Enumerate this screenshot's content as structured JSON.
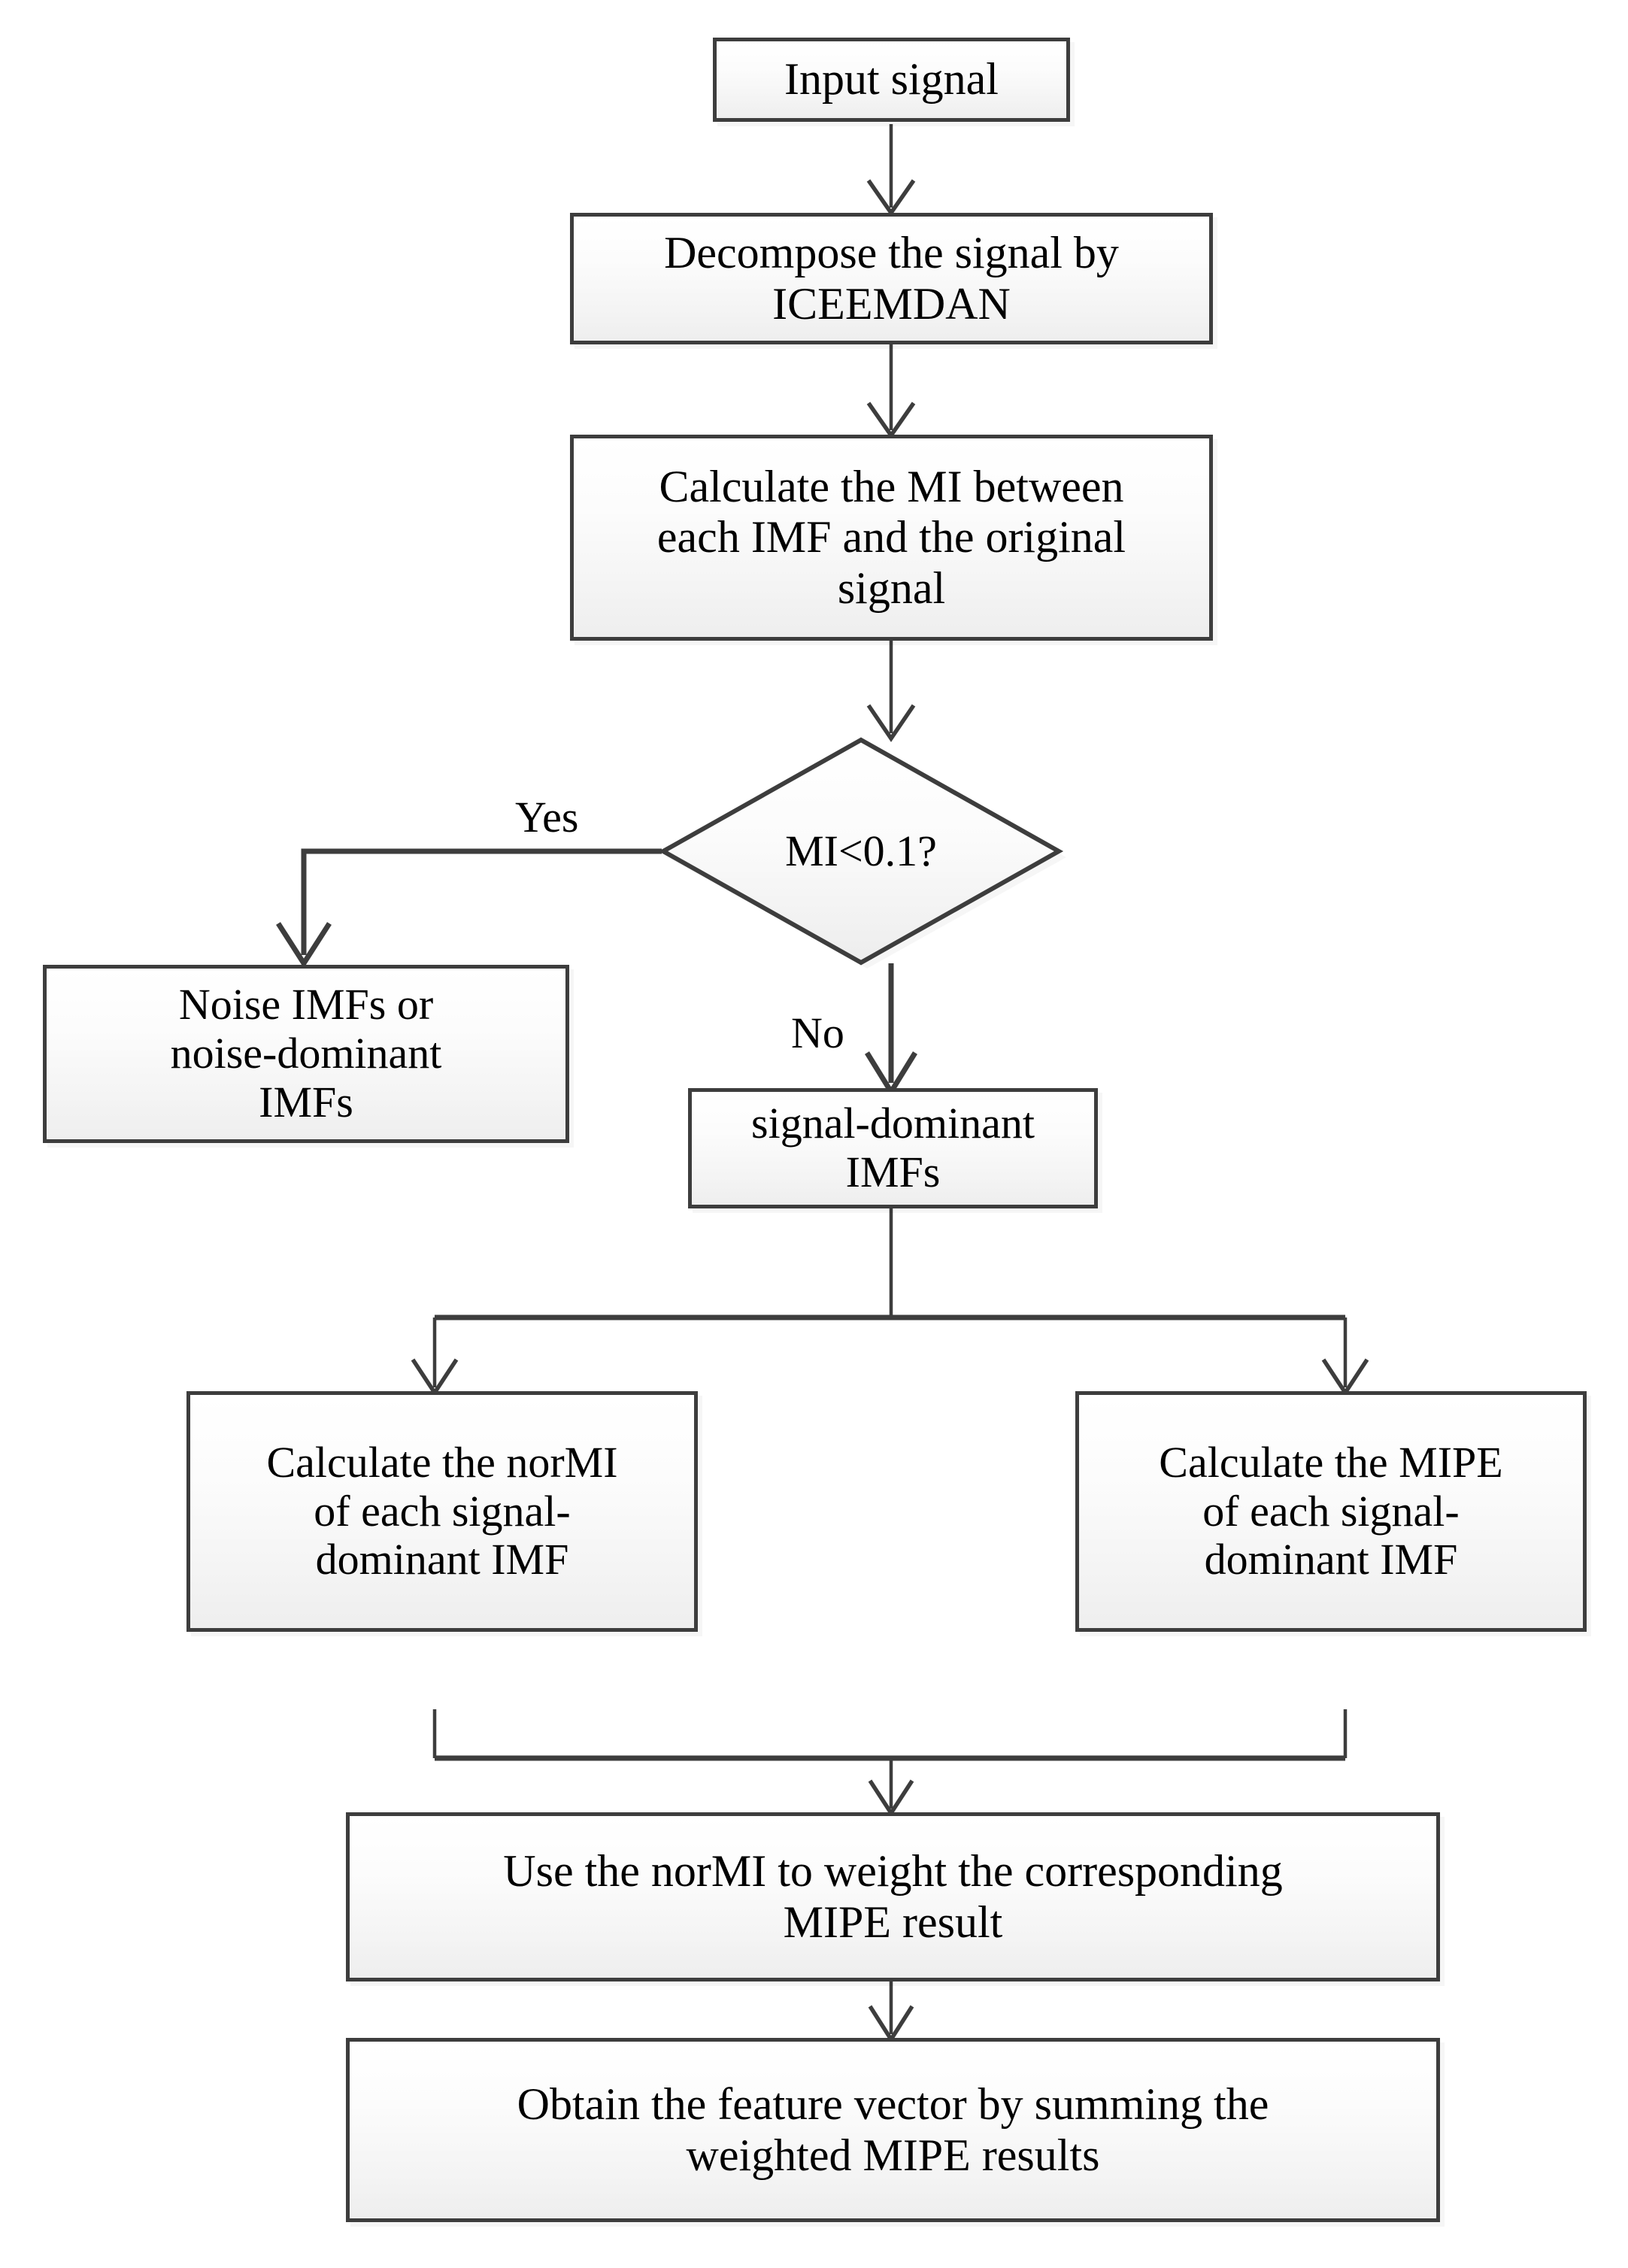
{
  "diagram": {
    "title": "ICEEMDAN MI-weighted MIPE feature extraction flowchart",
    "type": "flowchart",
    "background_color": "#ffffff",
    "node_border_color": "#3d3d3d",
    "node_fill_color": "#f4f4f4",
    "text_color": "#000000"
  },
  "nodes": {
    "input_signal": {
      "label": "Input signal",
      "shape": "rectangle"
    },
    "decompose": {
      "label": "Decompose the signal by\nICEEMDAN",
      "shape": "rectangle"
    },
    "calculate_mi": {
      "label": "Calculate the MI between\neach IMF and the original\nsignal",
      "shape": "rectangle"
    },
    "decision_mi": {
      "label": "MI<0.1?",
      "shape": "diamond"
    },
    "noise_imfs": {
      "label": "Noise IMFs or\nnoise-dominant\nIMFs",
      "shape": "rectangle"
    },
    "signal_dominant_imfs": {
      "label": "signal-dominant\nIMFs",
      "shape": "rectangle"
    },
    "calculate_normi": {
      "label": "Calculate the norMI\nof each signal-\ndominant IMF",
      "shape": "rectangle"
    },
    "calculate_mipe": {
      "label": "Calculate the MIPE\nof each signal-\ndominant IMF",
      "shape": "rectangle"
    },
    "weight_mipe": {
      "label": "Use the norMI to weight the corresponding\nMIPE result",
      "shape": "rectangle"
    },
    "obtain_feature_vector": {
      "label": "Obtain the feature vector by summing the\nweighted MIPE results",
      "shape": "rectangle"
    }
  },
  "edge_labels": {
    "yes": "Yes",
    "no": "No"
  },
  "edges": [
    {
      "from": "input_signal",
      "to": "decompose",
      "label": ""
    },
    {
      "from": "decompose",
      "to": "calculate_mi",
      "label": ""
    },
    {
      "from": "calculate_mi",
      "to": "decision_mi",
      "label": ""
    },
    {
      "from": "decision_mi",
      "to": "noise_imfs",
      "label": "Yes"
    },
    {
      "from": "decision_mi",
      "to": "signal_dominant_imfs",
      "label": "No"
    },
    {
      "from": "signal_dominant_imfs",
      "to": "calculate_normi",
      "label": ""
    },
    {
      "from": "signal_dominant_imfs",
      "to": "calculate_mipe",
      "label": ""
    },
    {
      "from": "calculate_normi",
      "to": "weight_mipe",
      "label": ""
    },
    {
      "from": "calculate_mipe",
      "to": "weight_mipe",
      "label": ""
    },
    {
      "from": "weight_mipe",
      "to": "obtain_feature_vector",
      "label": ""
    }
  ]
}
